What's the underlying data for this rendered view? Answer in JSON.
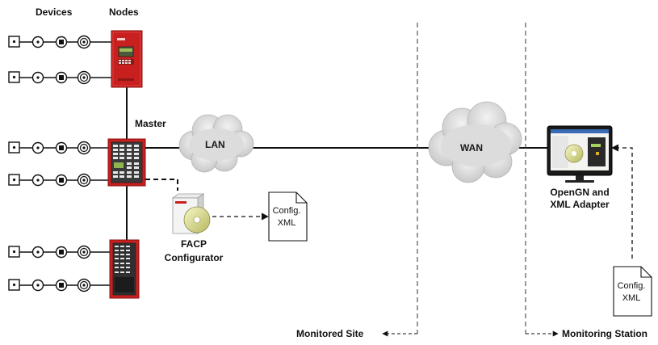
{
  "labels": {
    "devices": "Devices",
    "nodes": "Nodes",
    "master": "Master",
    "lan": "LAN",
    "wan": "WAN",
    "facp_line1": "FACP",
    "facp_line2": "Configurator",
    "opengn_line1": "OpenGN and",
    "opengn_line2": "XML Adapter",
    "monitored_site": "Monitored Site",
    "monitoring_station": "Monitoring Station",
    "config_xml_1_line1": "Config.",
    "config_xml_1_line2": "XML",
    "config_xml_2_line1": "Config.",
    "config_xml_2_line2": "XML"
  },
  "colors": {
    "panel_red": "#c8201e",
    "line": "#111111",
    "cloud": "#d9d9d9"
  },
  "icons": [
    "device-square-icon",
    "device-circle-icon",
    "device-filled-square-icon",
    "device-target-icon",
    "cloud-icon",
    "monitor-icon",
    "document-icon",
    "software-box-icon"
  ]
}
